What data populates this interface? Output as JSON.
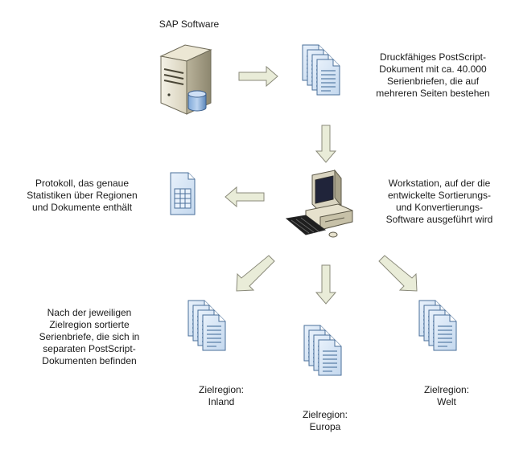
{
  "diagram": {
    "source_label": "SAP Software",
    "postscript_label": "Druckfähiges PostScript-\nDokument mit ca. 40.000\nSerienbriefen, die auf\nmehreren Seiten bestehen",
    "workstation_label": "Workstation, auf der die\nentwickelte Sortierungs-\nund Konvertierungs-\nSoftware ausgeführt wird",
    "protocol_label": "Protokoll, das genaue\nStatistiken über Regionen\nund Dokumente enthält",
    "sorted_label": "Nach der jeweiligen\nZielregion sortierte\nSerienbriefe, die sich in\nseparaten PostScript-\nDokumenten befinden",
    "regions": [
      {
        "label": "Zielregion:\nInland"
      },
      {
        "label": "Zielregion:\nEuropa"
      },
      {
        "label": "Zielregion:\nWelt"
      }
    ]
  },
  "colors": {
    "arrow_fill": "#e9ecd8",
    "arrow_stroke": "#8a8a7a",
    "doc_fill": "#dbe8f6",
    "doc_stroke": "#4a6f9a"
  }
}
